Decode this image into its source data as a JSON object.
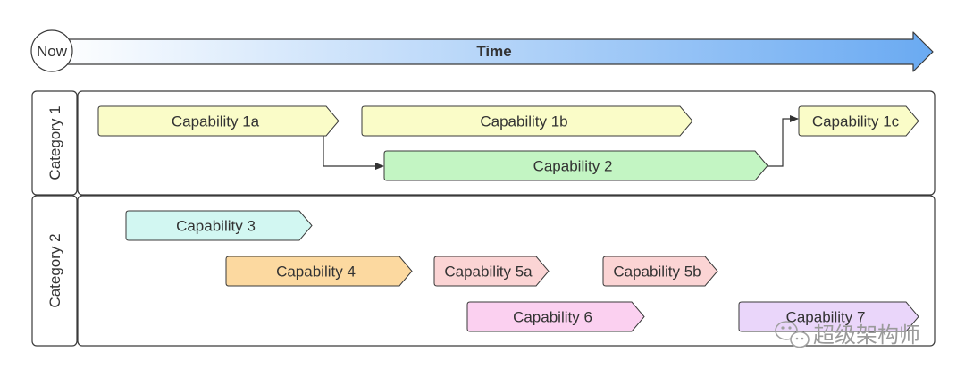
{
  "timeline": {
    "now_label": "Now",
    "time_label": "Time",
    "arrow_start_color": "#ffffff",
    "arrow_end_color": "#6aaaf2"
  },
  "categories": [
    {
      "label": "Category 1"
    },
    {
      "label": "Category 2"
    }
  ],
  "capabilities": [
    {
      "label": "Capability 1a",
      "color": "#fafcc8"
    },
    {
      "label": "Capability 1b",
      "color": "#fafcc8"
    },
    {
      "label": "Capability 1c",
      "color": "#fafcc8"
    },
    {
      "label": "Capability 2",
      "color": "#c3f5c3"
    },
    {
      "label": "Capability 3",
      "color": "#d2f7f2"
    },
    {
      "label": "Capability 4",
      "color": "#fcd9a0"
    },
    {
      "label": "Capability 5a",
      "color": "#fbd4d4"
    },
    {
      "label": "Capability 5b",
      "color": "#fbd4d4"
    },
    {
      "label": "Capability 6",
      "color": "#fbd0f0"
    },
    {
      "label": "Capability 7",
      "color": "#ead6fa"
    }
  ],
  "watermark": {
    "text": "超级架构师",
    "icon": "wechat-icon"
  }
}
